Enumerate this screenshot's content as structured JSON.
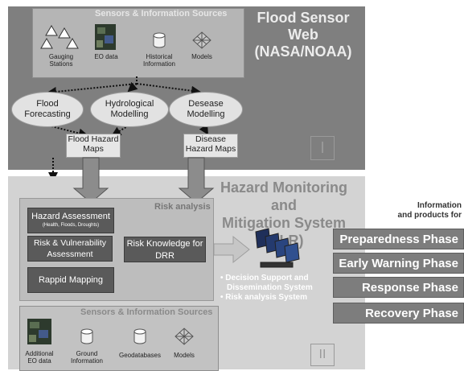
{
  "panel1": {
    "title_line1": "Flood Sensor Web",
    "title_line2": "(NASA/NOAA)",
    "roman": "I",
    "sensors_title": "Sensors & Information Sources",
    "sources": [
      "Gauging Stations",
      "EO data",
      "Historical Information",
      "Models"
    ],
    "models": [
      "Flood Forecasting",
      "Hydrological Modelling",
      "Desease Modelling"
    ],
    "maps": [
      "Flood Hazard Maps",
      "Disease Hazard Maps"
    ]
  },
  "panel2": {
    "title_line1": "Hazard Monitoring and",
    "title_line2": "Mitigation System",
    "title_line3": "(DLR)",
    "roman": "II",
    "risk_title": "Risk analysis",
    "hazard_assessment": "Hazard Assessment",
    "hazard_assessment_sub": "(Health, Floods, Droughts)",
    "risk_vulnerability": "Risk & Vulnerability Assessment",
    "rapid_mapping": "Rappid Mapping",
    "risk_knowledge": "Risk Knowledge for DRR",
    "dss_line1": "• Decision Support and",
    "dss_line2": "Dissemination System",
    "dss_line3": "• Risk analysis System",
    "sensors_title": "Sensors & Information Sources",
    "sources": [
      "Additional EO data",
      "Ground Information",
      "Geodatabases",
      "Models"
    ]
  },
  "information": {
    "line1": "Information",
    "line2": "and products for"
  },
  "phases": [
    "Preparedness Phase",
    "Early Warning Phase",
    "Response Phase",
    "Recovery Phase"
  ]
}
